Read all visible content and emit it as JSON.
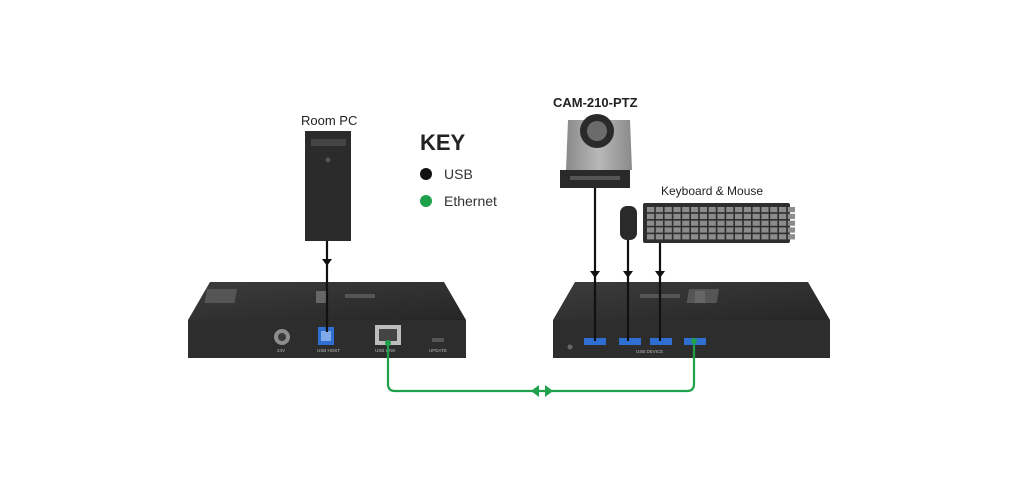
{
  "labels": {
    "room_pc": "Room PC",
    "camera": "CAM-210-PTZ",
    "keyboard_mouse": "Keyboard & Mouse"
  },
  "key": {
    "title": "KEY",
    "items": [
      {
        "label": "USB",
        "color": "#111111"
      },
      {
        "label": "Ethernet",
        "color": "#1fa04a"
      }
    ]
  },
  "ports": {
    "power": "24V",
    "usb_host": "USB HOST",
    "usb_link": "USB LINK",
    "update": "UPDATE",
    "usb_device": "USB DEVICE"
  },
  "colors": {
    "usb_line": "#111111",
    "ethernet_line": "#1fa04a",
    "device_body": "#2d2d2d",
    "usb_port": "#2e6fd1"
  }
}
